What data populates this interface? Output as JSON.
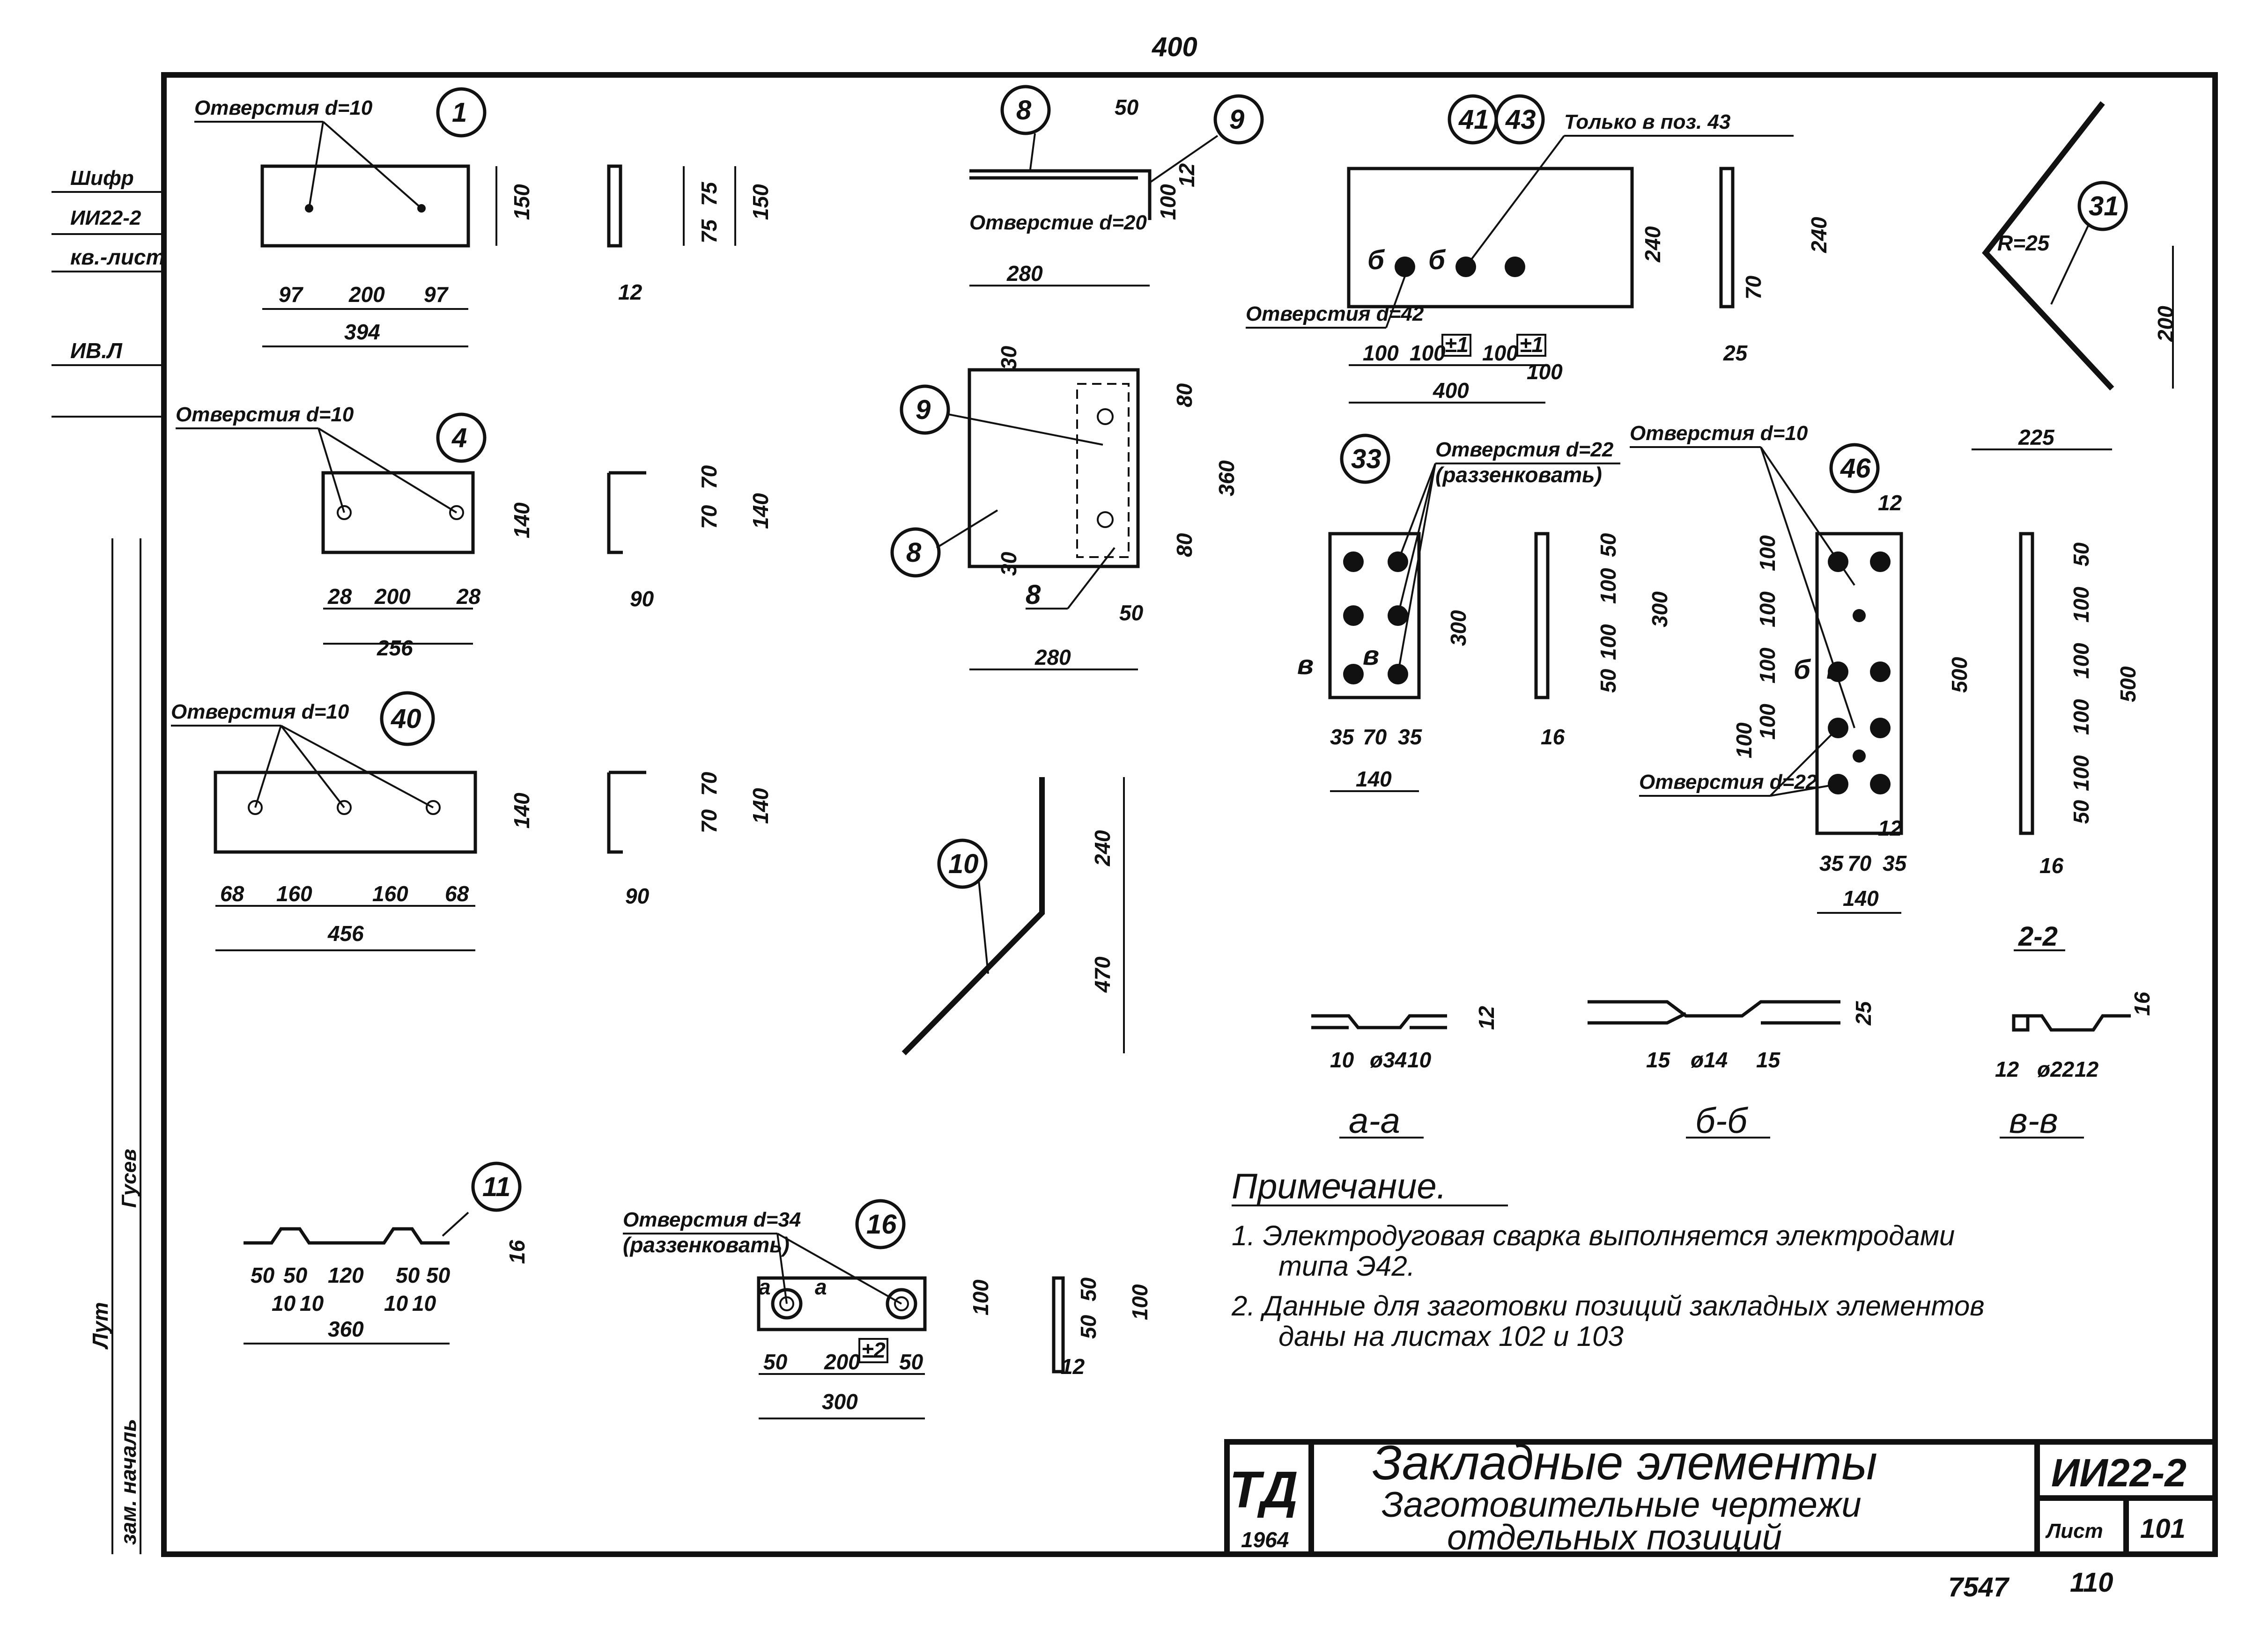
{
  "page_number_top": "400",
  "side_stamp": {
    "shifr_label": "Шифр",
    "shifr_value": "ИИ22-2",
    "sheet_label": "кв.-лист",
    "inv_label": "ИВ.Л",
    "names": [
      "Гусев",
      "Лут",
      "зам. началь"
    ]
  },
  "parts": [
    {
      "pos": "1",
      "hole_label": "Отверстия d=10",
      "dims": [
        "97",
        "200",
        "97",
        "394",
        "150",
        "75",
        "75",
        "150",
        "12"
      ]
    },
    {
      "pos": "4",
      "hole_label": "Отверстия d=10",
      "dims": [
        "28",
        "200",
        "28",
        "256",
        "140",
        "70",
        "70",
        "140",
        "90"
      ]
    },
    {
      "pos": "40",
      "hole_label": "Отверстия d=10",
      "dims": [
        "68",
        "160",
        "160",
        "68",
        "456",
        "140",
        "70",
        "70",
        "140",
        "90"
      ]
    },
    {
      "pos": "11",
      "dims": [
        "50",
        "50",
        "120",
        "50",
        "50",
        "10",
        "10",
        "10",
        "10",
        "360",
        "16"
      ]
    },
    {
      "pos": "16",
      "hole_label": "Отверстия d=34",
      "hole_note": "(раззенковать)",
      "section_mark": "а",
      "dims": [
        "50",
        "200",
        "50",
        "300",
        "100",
        "50",
        "50",
        "100",
        "12",
        "±2"
      ]
    },
    {
      "pos": "8",
      "dims": [
        "50",
        "280",
        "100",
        "12"
      ],
      "hole_label": "Отверстие d=20"
    },
    {
      "pos": "9",
      "dims": [
        "30",
        "80",
        "360",
        "80",
        "30",
        "50",
        "280"
      ]
    },
    {
      "pos": "10",
      "dims": [
        "240",
        "470"
      ]
    },
    {
      "pos": "41",
      "pos2": "43",
      "only_note": "Только в поз. 43",
      "hole_label": "Отверстия d=42",
      "section_mark": "б",
      "dims": [
        "100",
        "100",
        "100",
        "100",
        "400",
        "240",
        "70",
        "240",
        "25",
        "±1",
        "±1"
      ]
    },
    {
      "pos": "31",
      "dims": [
        "R=25",
        "200",
        "225"
      ]
    },
    {
      "pos": "33",
      "hole_label": "Отверстия d=22",
      "hole_note": "(раззенковать)",
      "section_mark": "в",
      "dims": [
        "35",
        "70",
        "35",
        "140",
        "300",
        "50",
        "100",
        "100",
        "50",
        "300",
        "16"
      ]
    },
    {
      "pos": "46",
      "hole_label_top": "Отверстия d=10",
      "hole_label_bottom": "Отверстия d=22",
      "section_mark": "б",
      "section_mark2": "в",
      "dims": [
        "100",
        "100",
        "100",
        "100",
        "100",
        "500",
        "35",
        "70",
        "35",
        "140",
        "50",
        "100",
        "100",
        "100",
        "100",
        "50",
        "500",
        "16",
        "12",
        "12"
      ]
    }
  ],
  "sections": [
    {
      "name": "а-а",
      "dims": [
        "10",
        "ø34",
        "10",
        "12"
      ]
    },
    {
      "name": "б-б",
      "dims": [
        "15",
        "ø14",
        "15",
        "25"
      ]
    },
    {
      "name": "в-в",
      "dims": [
        "12",
        "ø22",
        "12",
        "16"
      ]
    },
    {
      "name": "2-2"
    }
  ],
  "notes": {
    "heading": "Примечание.",
    "items": [
      "1. Электродуговая сварка выполняется электродами",
      "типа Э42.",
      "2. Данные для заготовки позиций закладных элементов",
      "даны на листах 102 и 103"
    ]
  },
  "title_block": {
    "logo": "ТД",
    "year": "1964",
    "title_line1": "Закладные элементы",
    "title_line2": "Заготовительные чертежи",
    "title_line3": "отдельных позиций",
    "code": "ИИ22-2",
    "sheet_label": "Лист",
    "sheet_number": "101"
  },
  "footer": {
    "left": "7547",
    "right": "110"
  }
}
